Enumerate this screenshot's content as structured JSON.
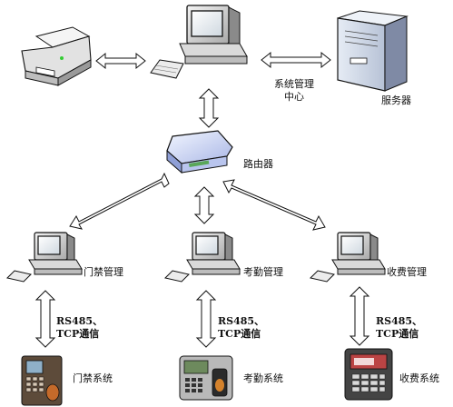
{
  "nodes": {
    "management_center": {
      "label_line1": "系统管理",
      "label_line2": "中心"
    },
    "server": {
      "label": "服务器"
    },
    "router": {
      "label": "路由器"
    },
    "access_control_pc": {
      "label": "门禁管理"
    },
    "attendance_pc": {
      "label": "考勤管理"
    },
    "billing_pc": {
      "label": "收费管理"
    },
    "access_control_device": {
      "label": "门禁系统"
    },
    "attendance_device": {
      "label": "考勤系统"
    },
    "billing_device": {
      "label": "收费系统"
    }
  },
  "links": {
    "comm_label_line1": "RS485、",
    "comm_label_line2": "TCP通信"
  }
}
